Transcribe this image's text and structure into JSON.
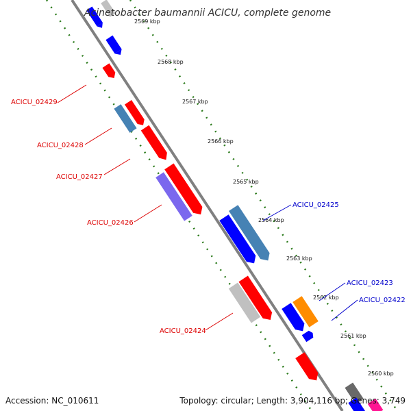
{
  "title": "Acinetobacter baumannii ACICU, complete genome",
  "footer": {
    "accession": "Accession: NC_010611",
    "summary": "Topology: circular; Length: 3,904,116 bp; Genes: 3,749"
  },
  "ruler_labels": [
    "2569 kbp",
    "2568 kbp",
    "2567 kbp",
    "2566 kbp",
    "2565 kbp",
    "2564 kbp",
    "2563 kbp",
    "2562 kbp",
    "2561 kbp",
    "2560 kbp"
  ],
  "gene_labels": [
    {
      "text": "ACICU_02429",
      "color": "#dd0000"
    },
    {
      "text": "ACICU_02428",
      "color": "#dd0000"
    },
    {
      "text": "ACICU_02427",
      "color": "#dd0000"
    },
    {
      "text": "ACICU_02426",
      "color": "#dd0000"
    },
    {
      "text": "ACICU_02424",
      "color": "#dd0000"
    },
    {
      "text": "ACICU_02425",
      "color": "#0000cc"
    },
    {
      "text": "ACICU_02423",
      "color": "#0000cc"
    },
    {
      "text": "ACICU_02422",
      "color": "#0000cc"
    }
  ],
  "colors": {
    "backbone": "#808080",
    "ruler_dots": "#2a7a1a",
    "forward": "#ff0000",
    "reverse": "#0000ff",
    "steelblue": "#4682b4",
    "slateblue": "#7b68ee",
    "silver": "#c0c0c0",
    "orange": "#ff8c00",
    "magenta": "#ff1493",
    "dimgray": "#696969"
  }
}
